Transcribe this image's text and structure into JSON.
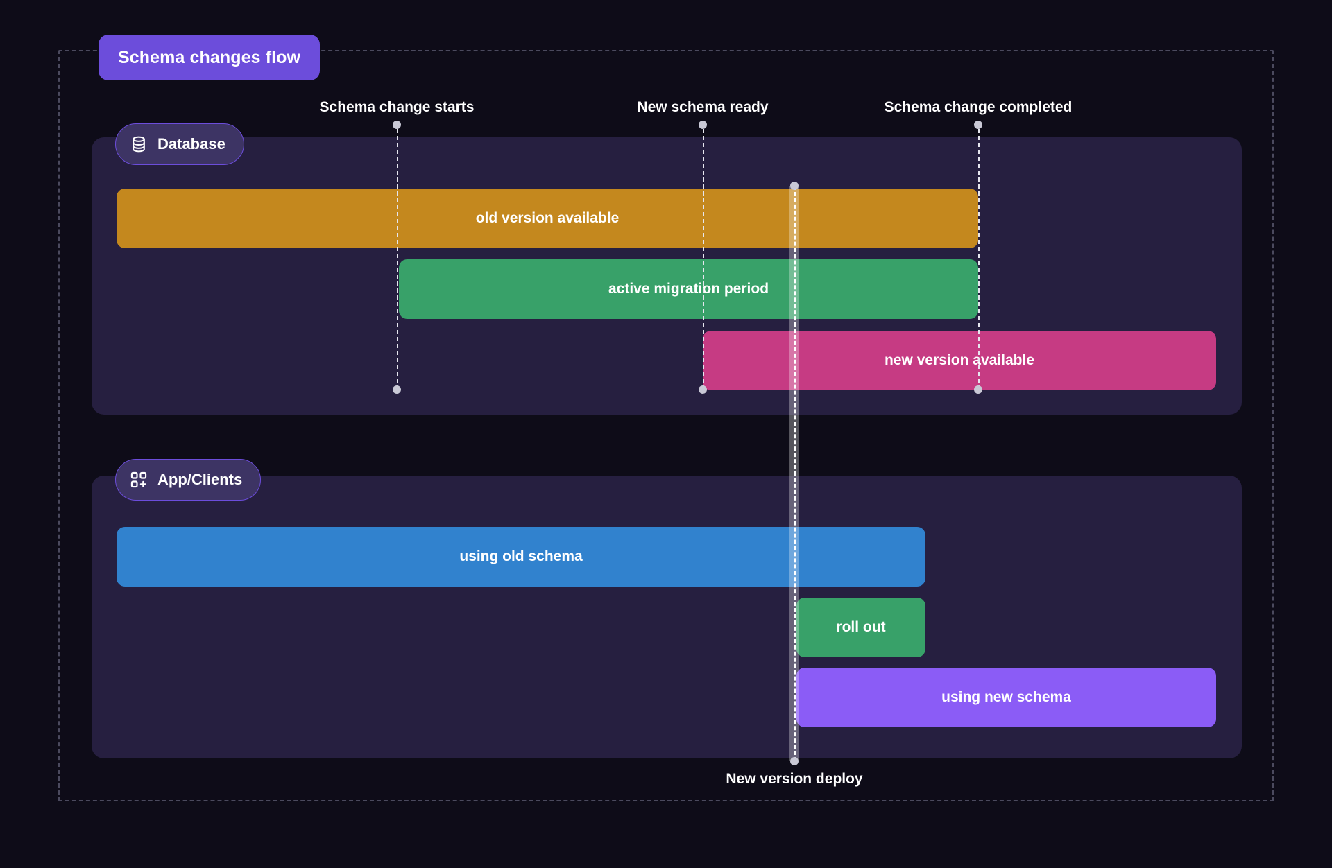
{
  "title": {
    "text": "Schema changes flow",
    "color": "#6c4ddb"
  },
  "canvas": {
    "background": "#0e0c18",
    "lane_background": "#261f40",
    "frame_color": "#4b4a5e"
  },
  "lanes": [
    {
      "id": "database",
      "badge_label": "Database",
      "icon": "database-icon",
      "bars": [
        {
          "id": "old-version-available",
          "label": "old version available",
          "color": "#c4881e"
        },
        {
          "id": "active-migration-period",
          "label": "active migration period",
          "color": "#38a169"
        },
        {
          "id": "new-version-available",
          "label": "new version available",
          "color": "#c63b83"
        }
      ]
    },
    {
      "id": "app-clients",
      "badge_label": "App/Clients",
      "icon": "app-grid-plus-icon",
      "bars": [
        {
          "id": "using-old-schema",
          "label": "using old schema",
          "color": "#3182ce"
        },
        {
          "id": "roll-out",
          "label": "roll out",
          "color": "#38a169"
        },
        {
          "id": "using-new-schema",
          "label": "using new schema",
          "color": "#8b5cf6"
        }
      ]
    }
  ],
  "milestones": [
    {
      "id": "schema-change-starts",
      "label": "Schema change starts",
      "position": "top"
    },
    {
      "id": "new-schema-ready",
      "label": "New schema ready",
      "position": "top"
    },
    {
      "id": "schema-change-completed",
      "label": "Schema change completed",
      "position": "top"
    },
    {
      "id": "new-version-deploy",
      "label": "New version deploy",
      "position": "bottom"
    }
  ],
  "chart_data": {
    "type": "bar",
    "title": "Schema changes flow",
    "xlabel": "",
    "ylabel": "",
    "axis_unit": "timeline (relative x px)",
    "xlim": [
      168,
      1754
    ],
    "grid": false,
    "legend": "none",
    "milestones": [
      {
        "name": "Schema change starts",
        "x": 572
      },
      {
        "name": "New schema ready",
        "x": 1013
      },
      {
        "name": "Schema change completed",
        "x": 1410
      },
      {
        "name": "New version deploy",
        "x": 1145
      }
    ],
    "lanes": [
      {
        "name": "Database",
        "tasks": [
          {
            "name": "old version available",
            "start": 168,
            "end": 1410,
            "color": "#c4881e"
          },
          {
            "name": "active migration period",
            "start": 575,
            "end": 1410,
            "color": "#38a169"
          },
          {
            "name": "new version available",
            "start": 1013,
            "end": 1753,
            "color": "#c63b83"
          }
        ]
      },
      {
        "name": "App/Clients",
        "tasks": [
          {
            "name": "using old schema",
            "start": 168,
            "end": 1334,
            "color": "#3182ce"
          },
          {
            "name": "roll out",
            "start": 1148,
            "end": 1334,
            "color": "#38a169"
          },
          {
            "name": "using new schema",
            "start": 1148,
            "end": 1753,
            "color": "#8b5cf6"
          }
        ]
      }
    ]
  }
}
